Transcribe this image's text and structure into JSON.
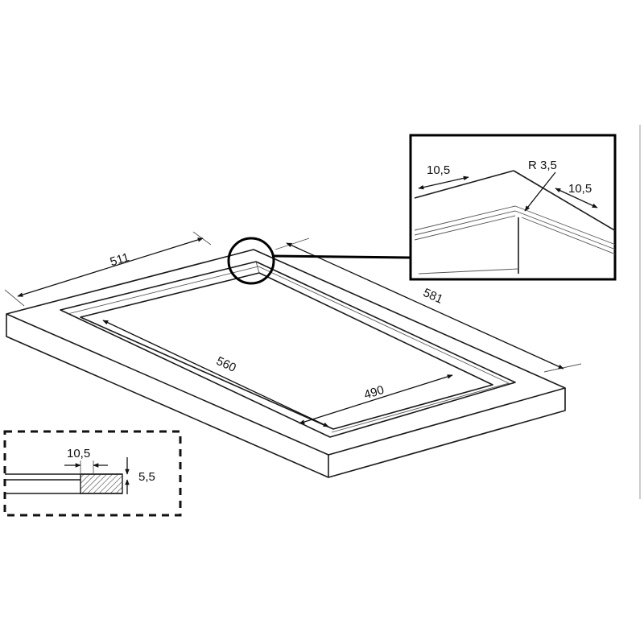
{
  "colors": {
    "background": "#ffffff",
    "line": "#1a1a1a",
    "section_hatch": "#444444"
  },
  "dimensions": {
    "overall_depth": "511",
    "overall_width": "581",
    "cutout_width": "560",
    "cutout_depth": "490"
  },
  "detail_view": {
    "left_margin": "10,5",
    "right_margin": "10,5",
    "corner_radius": "R 3,5"
  },
  "section_view": {
    "recess_width": "10,5",
    "recess_height": "5,5"
  }
}
